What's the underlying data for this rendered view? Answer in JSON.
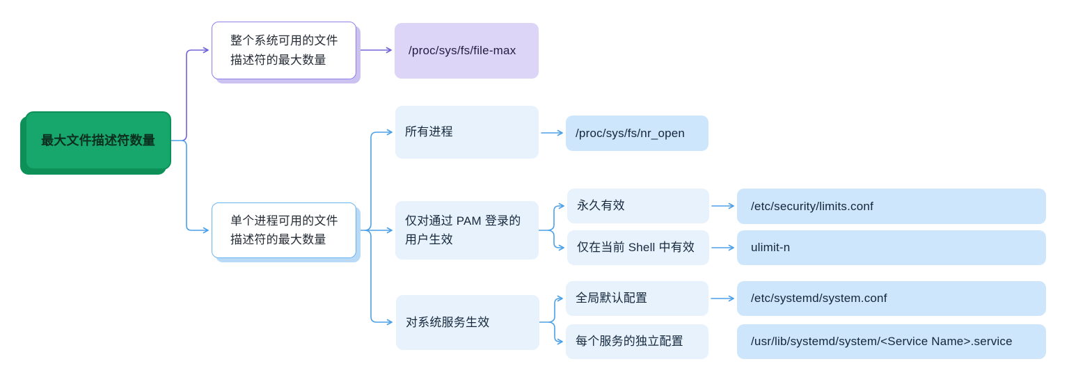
{
  "palette": {
    "root_fill": "#17A76C",
    "root_shadow": "#0E9158",
    "purple_line": "#7163D9",
    "purple_border": "#8D7FE8",
    "purple_shadow": "#CBC2F2",
    "purple_leaf_fill": "#DCD5F7",
    "blue_line": "#4BA0E8",
    "blue_border": "#69B3F0",
    "blue_shadow": "#B9DAF7",
    "light_blue_fill": "#E7F2FD",
    "medium_blue_fill": "#CDE6FB",
    "background": "#FFFFFF"
  },
  "mindmap": {
    "root": {
      "label": "最大文件描述符数量"
    },
    "branches": [
      {
        "label": "整个系统可用的文件描述符的最大数量",
        "children": [
          {
            "label": "/proc/sys/fs/file-max"
          }
        ]
      },
      {
        "label": "单个进程可用的文件描述符的最大数量",
        "children": [
          {
            "label": "所有进程",
            "children": [
              {
                "label": "/proc/sys/fs/nr_open"
              }
            ]
          },
          {
            "label": "仅对通过 PAM 登录的用户生效",
            "children": [
              {
                "label": "永久有效",
                "children": [
                  {
                    "label": "/etc/security/limits.conf"
                  }
                ]
              },
              {
                "label": "仅在当前 Shell 中有效",
                "children": [
                  {
                    "label": "ulimit-n"
                  }
                ]
              }
            ]
          },
          {
            "label": "对系统服务生效",
            "children": [
              {
                "label": "全局默认配置",
                "children": [
                  {
                    "label": "/etc/systemd/system.conf"
                  }
                ]
              },
              {
                "label": "每个服务的独立配置",
                "children": [
                  {
                    "label": "/usr/lib/systemd/system/<Service Name>.service"
                  }
                ]
              }
            ]
          }
        ]
      }
    ]
  }
}
